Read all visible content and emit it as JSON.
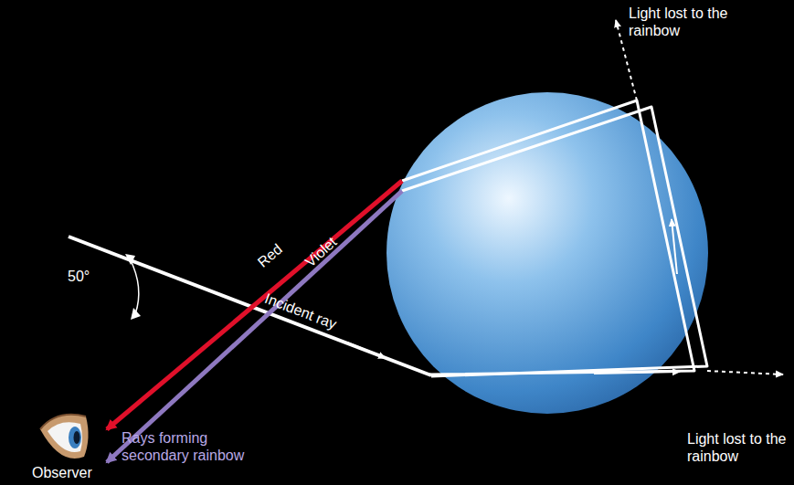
{
  "diagram": {
    "labels": [
      "Light lost to the rainbow",
      "Red",
      "Violet",
      "Incident ray",
      "50°",
      "Rays forming secondary rainbow",
      "Observer",
      "Light lost to the rainbow"
    ]
  }
}
